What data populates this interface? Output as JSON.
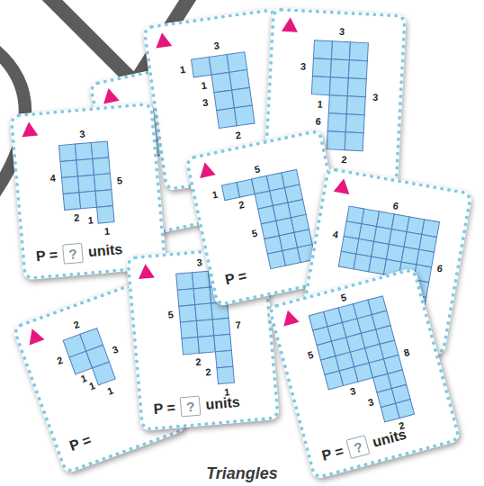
{
  "diagram": {
    "caption": "Triangles",
    "nodes": [
      {
        "text": [
          "P =",
          "units"
        ]
      },
      {
        "text": [
          "?"
        ],
        "in": 0
      },
      {
        "text": [
          "P ="
        ]
      },
      {
        "text": [
          "P ="
        ]
      },
      {
        "text": [
          "P =",
          "units"
        ]
      },
      {
        "text": [
          "?"
        ],
        "in": 4
      },
      {
        "text": [
          "P =",
          "units"
        ]
      },
      {
        "text": [
          "?"
        ],
        "in": 6
      }
    ],
    "labels": [
      "3",
      "1",
      "1",
      "3",
      "2",
      "3",
      "3",
      "1",
      "6",
      "3",
      "2",
      "3",
      "4",
      "5",
      "2",
      "1",
      "1",
      "1",
      "5",
      "2",
      "5",
      "6",
      "4",
      "6",
      "2",
      "2",
      "3",
      "1",
      "1",
      "1",
      "3",
      "5",
      "7",
      "2",
      "2",
      "1",
      "5",
      "5",
      "3",
      "8",
      "3",
      "2"
    ]
  }
}
